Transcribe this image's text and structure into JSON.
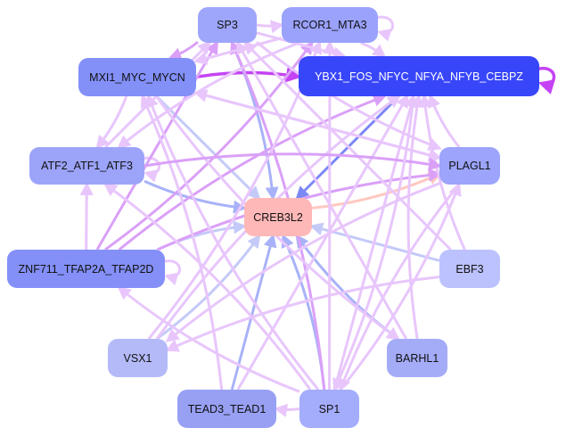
{
  "nodes": [
    {
      "id": "SP3",
      "label": "SP3",
      "color": "#9ea6fc"
    },
    {
      "id": "RCOR1_MTA3",
      "label": "RCOR1_MTA3",
      "color": "#9aa2fc"
    },
    {
      "id": "MXI1_MYC_MYCN",
      "label": "MXI1_MYC_MYCN",
      "color": "#8390f8"
    },
    {
      "id": "YBX1",
      "label": "YBX1_FOS_NFYC_NFYA_NFYB_CEBPZ",
      "color": "#3846fa",
      "text_color": "#ffffff"
    },
    {
      "id": "ATF2_ATF1_ATF3",
      "label": "ATF2_ATF1_ATF3",
      "color": "#9ca4fa"
    },
    {
      "id": "PLAGL1",
      "label": "PLAGL1",
      "color": "#9ca4fc"
    },
    {
      "id": "CREB3L2",
      "label": "CREB3L2",
      "color": "#ffb8b8"
    },
    {
      "id": "ZNF711",
      "label": "ZNF711_TFAP2A_TFAP2D",
      "color": "#8490f8"
    },
    {
      "id": "EBF3",
      "label": "EBF3",
      "color": "#bcc2fe"
    },
    {
      "id": "VSX1",
      "label": "VSX1",
      "color": "#b4baf8"
    },
    {
      "id": "BARHL1",
      "label": "BARHL1",
      "color": "#a4acf8"
    },
    {
      "id": "TEAD3_TEAD1",
      "label": "TEAD3_TEAD1",
      "color": "#98a0f4"
    },
    {
      "id": "SP1",
      "label": "SP1",
      "color": "#a4acfc"
    }
  ],
  "edge_colors": {
    "light": "#e8c6fc",
    "mid": "#daa0f8",
    "strong": "#c444f4",
    "blue": "#a8b2f8",
    "pale_blue": "#c4caf8",
    "pink": "#ffc8c0",
    "deep_blue": "#7c88f4"
  },
  "edges": [
    [
      "MXI1_MYC_MYCN",
      "YBX1",
      "strong"
    ],
    [
      "YBX1",
      "YBX1",
      "strong"
    ],
    [
      "SP3",
      "RCOR1_MTA3",
      "light"
    ],
    [
      "RCOR1_MTA3",
      "RCOR1_MTA3",
      "light"
    ],
    [
      "ATF2_ATF1_ATF3",
      "ATF2_ATF1_ATF3",
      "light"
    ],
    [
      "ZNF711",
      "ZNF711",
      "light"
    ],
    [
      "SP1",
      "TEAD3_TEAD1",
      "light"
    ],
    [
      "YBX1",
      "CREB3L2",
      "deep_blue"
    ],
    [
      "CREB3L2",
      "PLAGL1",
      "pink"
    ],
    [
      "SP3",
      "CREB3L2",
      "blue"
    ],
    [
      "MXI1_MYC_MYCN",
      "CREB3L2",
      "pale_blue"
    ],
    [
      "ATF2_ATF1_ATF3",
      "CREB3L2",
      "blue"
    ],
    [
      "ZNF711",
      "CREB3L2",
      "pale_blue"
    ],
    [
      "EBF3",
      "CREB3L2",
      "pale_blue"
    ],
    [
      "VSX1",
      "CREB3L2",
      "pale_blue"
    ],
    [
      "BARHL1",
      "CREB3L2",
      "blue"
    ],
    [
      "TEAD3_TEAD1",
      "CREB3L2",
      "blue"
    ],
    [
      "SP1",
      "CREB3L2",
      "blue"
    ],
    [
      "ZNF711",
      "YBX1",
      "mid"
    ],
    [
      "ZNF711",
      "SP3",
      "mid"
    ],
    [
      "ZNF711",
      "RCOR1_MTA3",
      "mid"
    ],
    [
      "ZNF711",
      "PLAGL1",
      "mid"
    ],
    [
      "ZNF711",
      "ATF2_ATF1_ATF3",
      "light"
    ],
    [
      "SP1",
      "SP3",
      "mid"
    ],
    [
      "SP1",
      "MXI1_MYC_MYCN",
      "light"
    ],
    [
      "SP1",
      "YBX1",
      "light"
    ],
    [
      "SP1",
      "PLAGL1",
      "light"
    ],
    [
      "SP1",
      "ZNF711",
      "light"
    ],
    [
      "SP1",
      "RCOR1_MTA3",
      "light"
    ],
    [
      "SP1",
      "ATF2_ATF1_ATF3",
      "light"
    ],
    [
      "SP3",
      "MXI1_MYC_MYCN",
      "mid"
    ],
    [
      "SP3",
      "YBX1",
      "light"
    ],
    [
      "SP3",
      "PLAGL1",
      "light"
    ],
    [
      "RCOR1_MTA3",
      "YBX1",
      "light"
    ],
    [
      "RCOR1_MTA3",
      "MXI1_MYC_MYCN",
      "light"
    ],
    [
      "RCOR1_MTA3",
      "ATF2_ATF1_ATF3",
      "light"
    ],
    [
      "MXI1_MYC_MYCN",
      "ATF2_ATF1_ATF3",
      "light"
    ],
    [
      "MXI1_MYC_MYCN",
      "PLAGL1",
      "light"
    ],
    [
      "MXI1_MYC_MYCN",
      "BARHL1",
      "light"
    ],
    [
      "PLAGL1",
      "YBX1",
      "light"
    ],
    [
      "PLAGL1",
      "MXI1_MYC_MYCN",
      "light"
    ],
    [
      "PLAGL1",
      "SP1",
      "light"
    ],
    [
      "EBF3",
      "YBX1",
      "light"
    ],
    [
      "EBF3",
      "SP3",
      "light"
    ],
    [
      "EBF3",
      "VSX1",
      "light"
    ],
    [
      "BARHL1",
      "YBX1",
      "light"
    ],
    [
      "BARHL1",
      "SP3",
      "light"
    ],
    [
      "VSX1",
      "RCOR1_MTA3",
      "light"
    ],
    [
      "VSX1",
      "YBX1",
      "light"
    ],
    [
      "TEAD3_TEAD1",
      "YBX1",
      "light"
    ],
    [
      "TEAD3_TEAD1",
      "MXI1_MYC_MYCN",
      "light"
    ],
    [
      "ATF2_ATF1_ATF3",
      "PLAGL1",
      "mid"
    ],
    [
      "ATF2_ATF1_ATF3",
      "SP3",
      "light"
    ],
    [
      "PLAGL1",
      "VSX1",
      "light"
    ],
    [
      "YBX1",
      "SP1",
      "light"
    ]
  ]
}
